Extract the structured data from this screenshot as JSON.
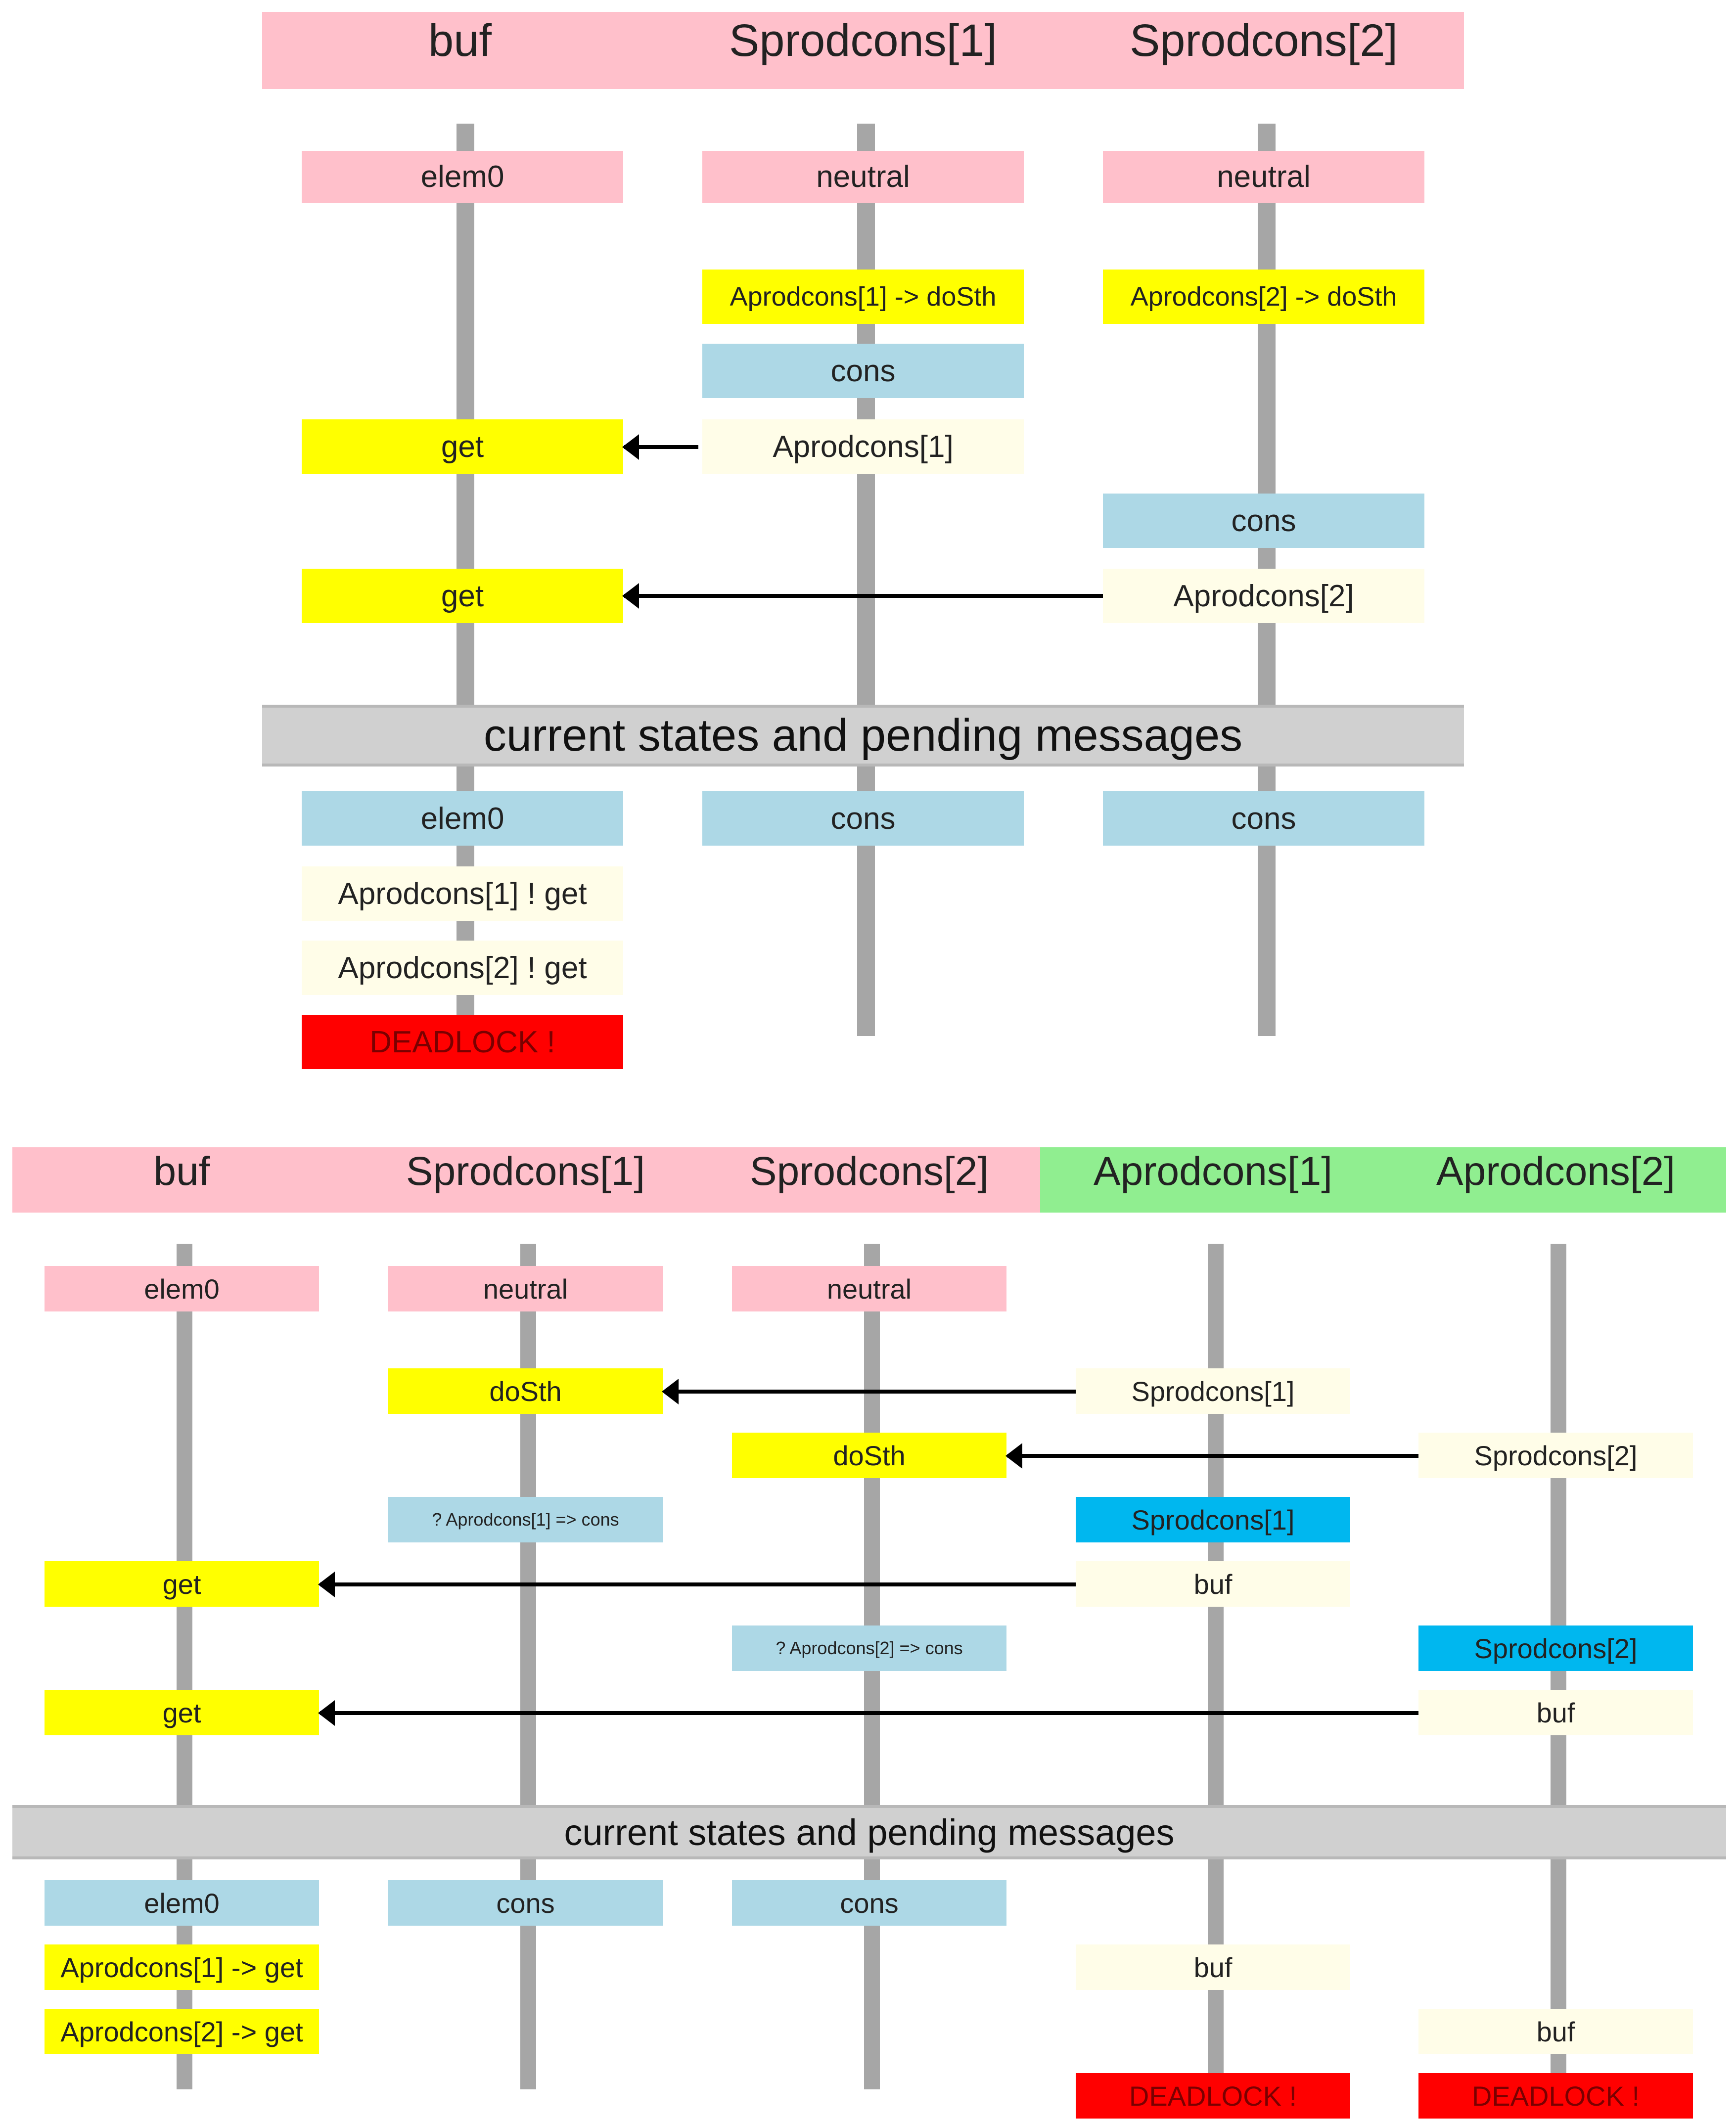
{
  "colors": {
    "header_pink": "#ffc0cb",
    "header_green": "#90ee90",
    "state_yellow": "#ffff00",
    "state_blue": "#add8e6",
    "message_cream": "#fffde8",
    "deadlock_red": "#ff0000",
    "highlight_cyan": "#00b7ef",
    "lifeline_gray": "#a6a6a6"
  },
  "diagram1": {
    "headers": [
      "buf",
      "Sprodcons[1]",
      "Sprodcons[2]"
    ],
    "elements": {
      "buf_elem0": "elem0",
      "s1_neutral": "neutral",
      "s2_neutral": "neutral",
      "s1_dosth": "Aprodcons[1] -> doSth",
      "s2_dosth": "Aprodcons[2] -> doSth",
      "s1_cons": "cons",
      "buf_get1": "get",
      "s1_msg": "Aprodcons[1]",
      "s2_cons": "cons",
      "buf_get2": "get",
      "s2_msg": "Aprodcons[2]"
    },
    "separator": "current states and pending messages",
    "current": {
      "buf_state": "elem0",
      "s1_state": "cons",
      "s2_state": "cons",
      "buf_pending1": "Aprodcons[1] ! get",
      "buf_pending2": "Aprodcons[2] ! get",
      "deadlock": "DEADLOCK !"
    }
  },
  "diagram2": {
    "headers": [
      "buf",
      "Sprodcons[1]",
      "Sprodcons[2]",
      "Aprodcons[1]",
      "Aprodcons[2]"
    ],
    "elements": {
      "buf_elem0": "elem0",
      "s1_neutral": "neutral",
      "s2_neutral": "neutral",
      "s1_dosth": "doSth",
      "a1_msg_s1": "Sprodcons[1]",
      "s2_dosth": "doSth",
      "a2_msg_s2": "Sprodcons[2]",
      "s1_query": "? Aprodcons[1] => cons",
      "a1_state_s1": "Sprodcons[1]",
      "buf_get1": "get",
      "a1_msg_buf": "buf",
      "s2_query": "? Aprodcons[2] => cons",
      "a2_state_s2": "Sprodcons[2]",
      "buf_get2": "get",
      "a2_msg_buf": "buf"
    },
    "separator": "current states and pending messages",
    "current": {
      "buf_state": "elem0",
      "s1_state": "cons",
      "s2_state": "cons",
      "buf_pending1": "Aprodcons[1] -> get",
      "buf_pending2": "Aprodcons[2] -> get",
      "a1_pending": "buf",
      "a2_pending": "buf",
      "a1_deadlock": "DEADLOCK !",
      "a2_deadlock": "DEADLOCK !"
    }
  }
}
